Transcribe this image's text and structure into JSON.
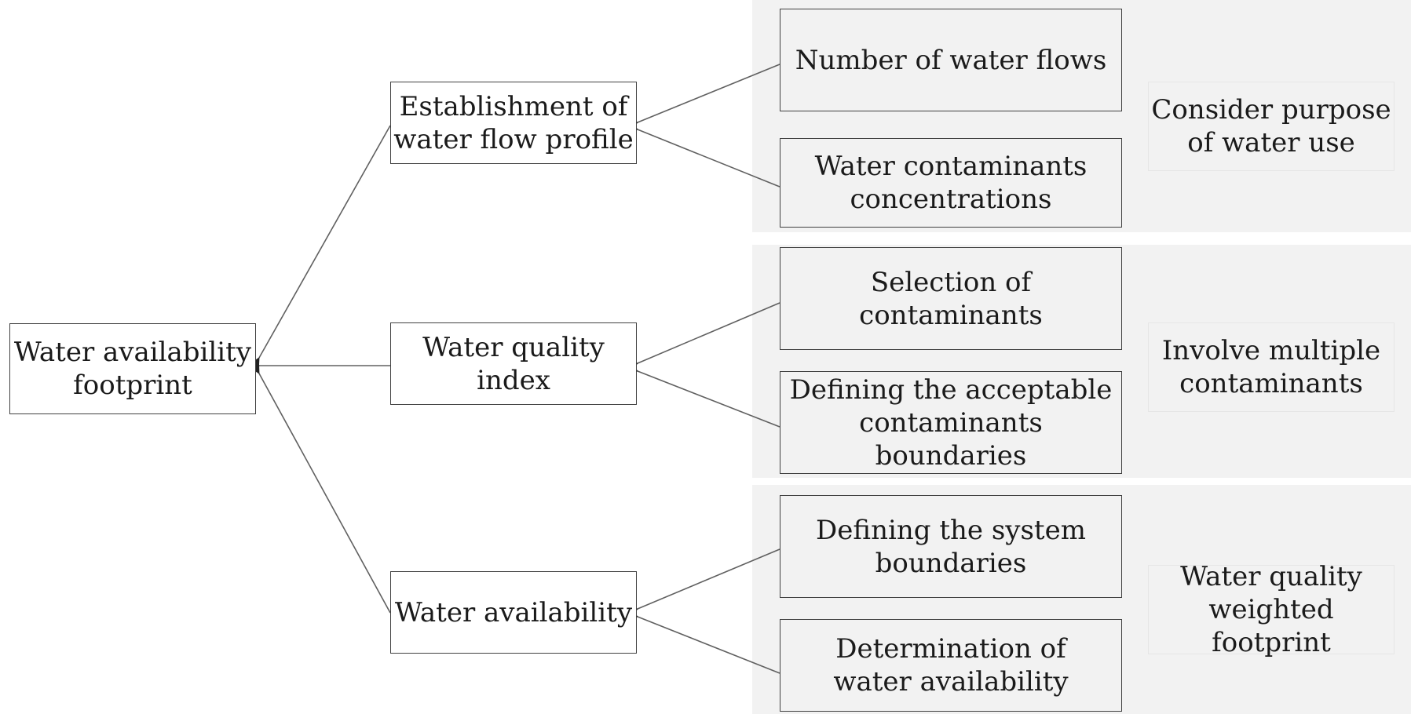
{
  "root": {
    "label": "Water availability\nfootprint"
  },
  "groups": [
    {
      "label": "Establishment of\nwater flow profile",
      "items": [
        {
          "label": "Number of water flows"
        },
        {
          "label": "Water contaminants\nconcentrations"
        }
      ],
      "note": "Consider purpose\nof water use"
    },
    {
      "label": "Water quality index",
      "items": [
        {
          "label": "Selection of\ncontaminants"
        },
        {
          "label": "Defining the acceptable\ncontaminants boundaries"
        }
      ],
      "note": "Involve multiple\ncontaminants"
    },
    {
      "label": "Water availability",
      "items": [
        {
          "label": "Defining the system\nboundaries"
        },
        {
          "label": "Determination of\nwater availability"
        }
      ],
      "note": "Water quality\nweighted footprint"
    }
  ],
  "colors": {
    "panel": "#f2f2f2",
    "box_border": "#404040",
    "arrow": "#606060",
    "arrowhead": "#202020"
  }
}
